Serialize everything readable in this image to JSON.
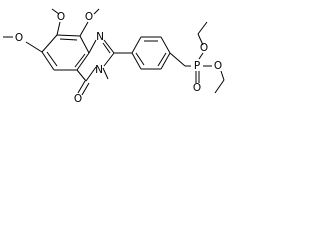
{
  "molecule": {
    "atom_labels": {
      "o_methoxy_top_left": "O",
      "o_methoxy_top_right": "O",
      "o_methoxy_left": "O",
      "n_ring_top": "N",
      "n_ring_bottom": "N",
      "o_carbonyl": "O",
      "o_phosphonate_left": "O",
      "p_phosphorus": "P",
      "o_phosphonate_double": "O",
      "o_phosphonate_right": "O"
    }
  }
}
